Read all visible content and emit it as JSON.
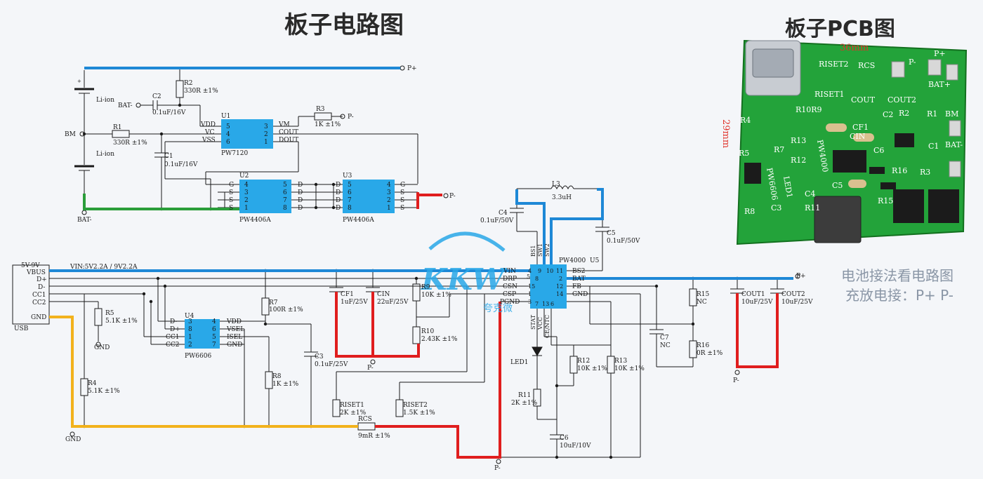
{
  "titles": {
    "schematic": "板子电路图",
    "pcb": "板子PCB图"
  },
  "notes": {
    "line1": "电池接法看电路图",
    "line2": "充放电接：P+ P-"
  },
  "pcb": {
    "width": "36mm",
    "height": "29mm",
    "labels": [
      "RISET2",
      "RCS",
      "RISET1",
      "COUT2",
      "COUT",
      "R10R9",
      "CF1",
      "CIN",
      "R13",
      "R12",
      "R7",
      "R4",
      "R5",
      "R8",
      "C2",
      "R2",
      "R1",
      "BM",
      "BAT-",
      "P-",
      "P+",
      "BAT+",
      "C1",
      "C6",
      "R16",
      "R3",
      "C5",
      "C4",
      "R15",
      "PW6606",
      "PW4000",
      "C3",
      "LED1",
      "R11"
    ]
  },
  "colors": {
    "blue_net": "#1e88d6",
    "red_net": "#e01e1e",
    "green_net": "#2a9d3a",
    "yellow_net": "#f2b21c",
    "chip": "#29a8e8"
  },
  "logo": {
    "text": "KKW",
    "sub": "夸克微"
  },
  "schematic": {
    "top": {
      "p_plus": "P+",
      "bat_minus": "BAT-",
      "bm": "BM",
      "li_ion": "Li-ion",
      "p_minus": "P-",
      "r1": "R1",
      "r1v": "330R ±1%",
      "r2": "R2",
      "r2v": "330R ±1%",
      "r3": "R3",
      "r3v": "1K ±1%",
      "c1": "C1",
      "c1v": "0.1uF/16V",
      "c2": "C2",
      "c2v": "0.1uF/16V",
      "u1": "U1",
      "u1n": "PW7120",
      "u1_pins": [
        "VDD",
        "VC",
        "VSS",
        "VM",
        "COUT",
        "DOUT"
      ],
      "u2": "U2",
      "u2n": "PW4406A",
      "u3": "U3",
      "u3n": "PW4406A",
      "gsd": [
        "G",
        "S",
        "S",
        "S"
      ],
      "dddd": [
        "D",
        "D",
        "D",
        "D"
      ],
      "u2_l": [
        "4",
        "3",
        "2",
        "1"
      ],
      "u2_r": [
        "5",
        "6",
        "7",
        "8"
      ],
      "u3_l": [
        "5",
        "6",
        "7",
        "8"
      ],
      "u3_r": [
        "4",
        "3",
        "2",
        "1"
      ],
      "u1_l": [
        "5",
        "4",
        "6"
      ],
      "u1_r": [
        "3",
        "2",
        "1"
      ]
    },
    "bottom": {
      "v5_9": "5V-9V",
      "usb": "USB",
      "usb_pins": [
        "VBUS",
        "D+",
        "D-",
        "CC1",
        "CC2",
        "GND"
      ],
      "vin": "VIN:5V2.2A / 9V2.2A",
      "gnd": "GND",
      "r4": "R4",
      "r4v": "5.1K ±1%",
      "r5": "R5",
      "r5v": "5.1K ±1%",
      "u4": "U4",
      "u4n": "PW6606",
      "u4_l": [
        "D-",
        "D+",
        "CC1",
        "CC2"
      ],
      "u4_r": [
        "VDD",
        "VSEL",
        "ISEL",
        "GND"
      ],
      "u4_pl": [
        "3",
        "8",
        "1",
        "2"
      ],
      "u4_pr": [
        "4",
        "6",
        "5",
        "7"
      ],
      "r7": "R7",
      "r7v": "100R ±1%",
      "r8": "R8",
      "r8v": "1K ±1%",
      "c3": "C3",
      "c3v": "0.1uF/25V",
      "cf1": "CF1",
      "cf1v": "1uF/25V",
      "cin": "CIN",
      "cinv": "22uF/25V",
      "r9": "R9",
      "r9v": "10K ±1%",
      "r10": "R10",
      "r10v": "2.43K ±1%",
      "riset1": "RISET1",
      "riset1v": "2K ±1%",
      "riset2": "RISET2",
      "riset2v": "1.5K ±1%",
      "rcs": "RCS",
      "rcsv": "9mR ±1%",
      "c4": "C4",
      "c4v": "0.1uF/50V",
      "l3": "L3",
      "l3v": "3.3uH",
      "c5": "C5",
      "c5v": "0.1uF/50V",
      "u5": "U5",
      "u5n": "PW4000",
      "u5_l": [
        "VIN",
        "DRP",
        "CSN",
        "CSP",
        "PGND"
      ],
      "u5_r": [
        "BS2",
        "BAT",
        "FB",
        "GND"
      ],
      "u5_top": [
        "BS1",
        "SW1",
        "SW2"
      ],
      "u5_bot": [
        "STAT",
        "VCC",
        "CE/NTC"
      ],
      "u5_pl": [
        "4",
        "8",
        "15",
        "1",
        "3"
      ],
      "u5_pr": [
        "2",
        "12",
        "14"
      ],
      "u5_pt": [
        "9",
        "10",
        "11"
      ],
      "u5_pb": [
        "7",
        "13",
        "6"
      ],
      "u5_p5": "5",
      "led1": "LED1",
      "r11": "R11",
      "r11v": "2K ±1%",
      "c6": "C6",
      "c6v": "10uF/10V",
      "r12": "R12",
      "r12v": "10K ±1%",
      "r13": "R13",
      "r13v": "10K ±1%",
      "c7": "C7",
      "c7v": "NC",
      "r15": "R15",
      "r15v": "NC",
      "r16": "R16",
      "r16v": "0R ±1%",
      "cout1": "COUT1",
      "cout1v": "10uF/25V",
      "cout2": "COUT2",
      "cout2v": "10uF/25V",
      "p_plus": "P+",
      "p_minus": "P-"
    }
  }
}
